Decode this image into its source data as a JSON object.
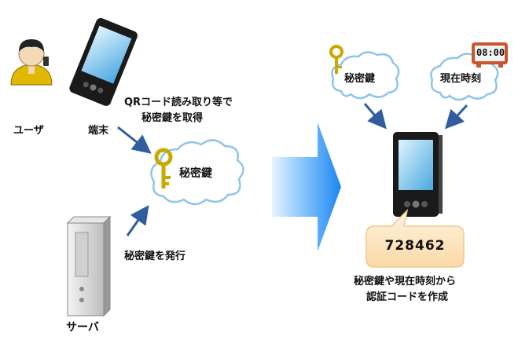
{
  "left": {
    "user_label": "ユーザ",
    "device_label": "端末",
    "server_label": "サーバ",
    "qr_text_line1": "QRコード読み取り等で",
    "qr_text_line2": "秘密鍵を取得",
    "issue_text": "秘密鍵を発行",
    "secret_key_cloud": "秘密鍵"
  },
  "right": {
    "secret_key_cloud": "秘密鍵",
    "current_time_cloud": "現在時刻",
    "clock_display": "08:00",
    "auth_code": "728462",
    "desc_line1": "秘密鍵や現在時刻から",
    "desc_line2": "認証コードを作成"
  },
  "colors": {
    "arrow": "#2f5d9e",
    "big_arrow": "#2a8ff0",
    "cloud_stroke": "#8ec6e6",
    "key": "#c9a800",
    "bubble": "#fde8c8"
  }
}
